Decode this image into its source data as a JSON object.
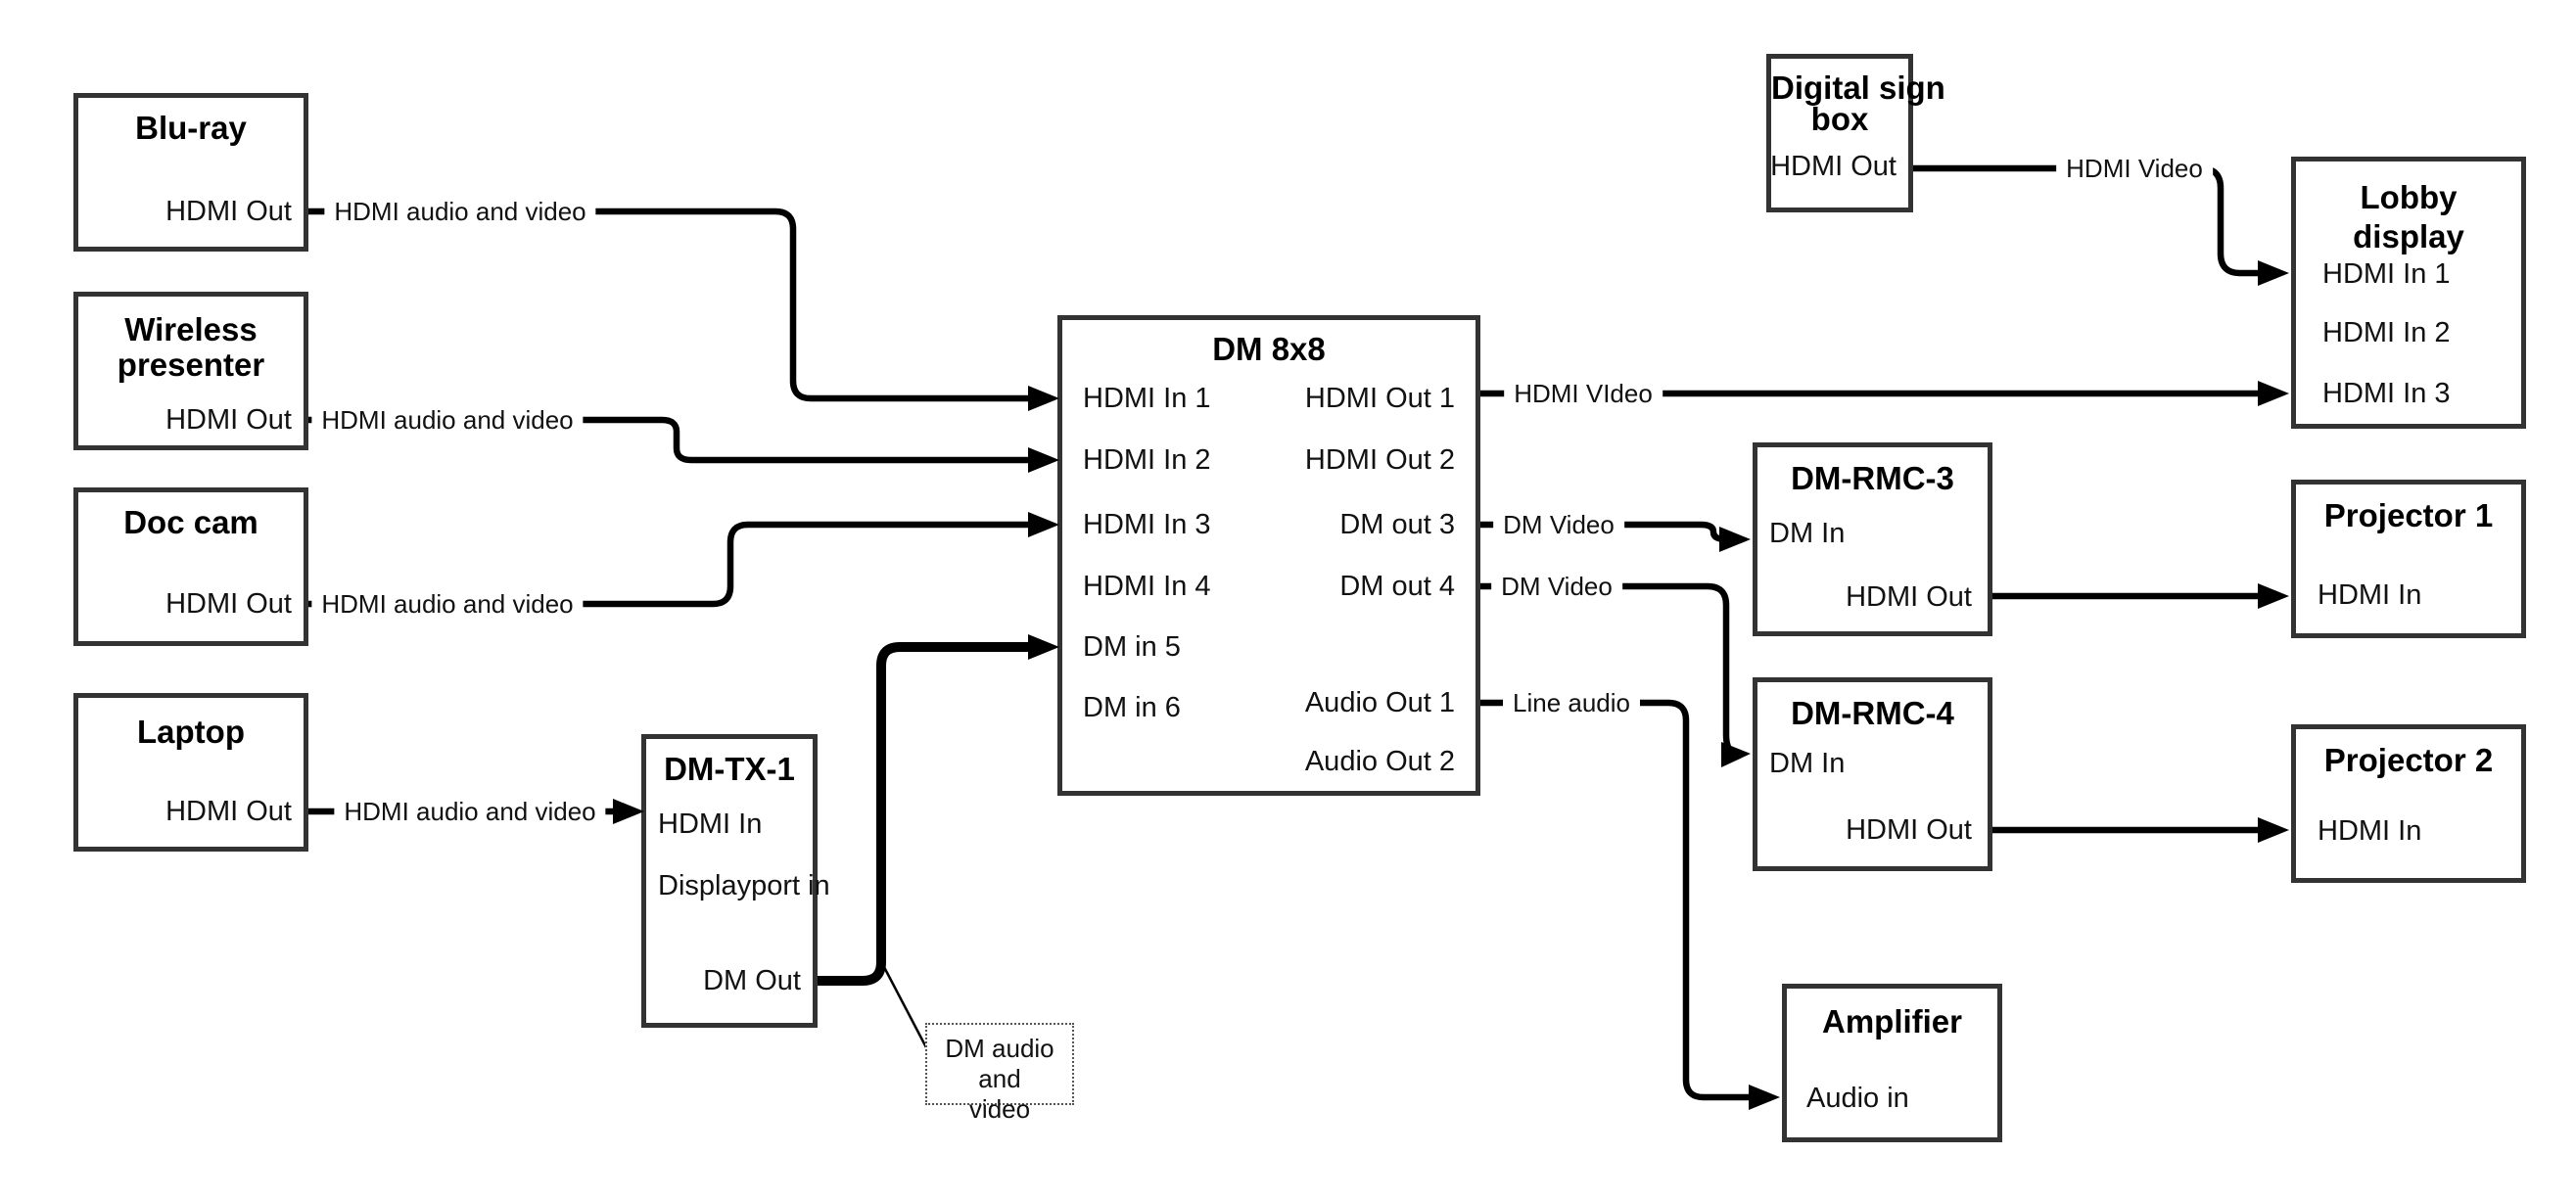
{
  "colors": {
    "background": "#ffffff",
    "box_border": "#333333",
    "connector": "#000000",
    "text": "#111111"
  },
  "nodes": {
    "bluray": {
      "title": "Blu-ray",
      "ports": {
        "hdmi_out": "HDMI Out"
      }
    },
    "wireless": {
      "title_line1": "Wireless",
      "title_line2": "presenter",
      "ports": {
        "hdmi_out": "HDMI Out"
      }
    },
    "doccam": {
      "title": "Doc cam",
      "ports": {
        "hdmi_out": "HDMI Out"
      }
    },
    "laptop": {
      "title": "Laptop",
      "ports": {
        "hdmi_out": "HDMI Out"
      }
    },
    "dmtx1": {
      "title": "DM-TX-1",
      "ports": {
        "hdmi_in": "HDMI In",
        "displayport_in": "Displayport in",
        "dm_out": "DM Out"
      }
    },
    "dm8x8": {
      "title": "DM 8x8",
      "left_ports": [
        "HDMI In 1",
        "HDMI In 2",
        "HDMI In 3",
        "HDMI In 4",
        "DM in 5",
        "DM in 6"
      ],
      "right_ports": [
        "HDMI Out 1",
        "HDMI Out 2",
        "DM out 3",
        "DM out 4",
        "Audio Out 1",
        "Audio Out 2"
      ]
    },
    "digitalsign": {
      "title_line1": "Digital sign",
      "title_line2": "box",
      "ports": {
        "hdmi_out": "HDMI Out"
      }
    },
    "lobby": {
      "title_line1": "Lobby",
      "title_line2": "display",
      "ports": [
        "HDMI In 1",
        "HDMI In 2",
        "HDMI In 3"
      ]
    },
    "rmc3": {
      "title": "DM-RMC-3",
      "ports": {
        "dm_in": "DM In",
        "hdmi_out": "HDMI Out"
      }
    },
    "rmc4": {
      "title": "DM-RMC-4",
      "ports": {
        "dm_in": "DM In",
        "hdmi_out": "HDMI Out"
      }
    },
    "proj1": {
      "title": "Projector 1",
      "ports": {
        "hdmi_in": "HDMI In"
      }
    },
    "proj2": {
      "title": "Projector 2",
      "ports": {
        "hdmi_in": "HDMI In"
      }
    },
    "amp": {
      "title": "Amplifier",
      "ports": {
        "audio_in": "Audio in"
      }
    }
  },
  "edge_labels": {
    "bluray_to_dm8x8": "HDMI audio and video",
    "wireless_to_dm8x8": "HDMI audio and video",
    "doccam_to_dm8x8": "HDMI audio and video",
    "laptop_to_dmtx1": "HDMI audio and video",
    "dm8x8_out1_to_lobby": "HDMI VIdeo",
    "digitalsign_to_lobby": "HDMI Video",
    "dm8x8_out3_to_rmc3": "DM Video",
    "dm8x8_out4_to_rmc4": "DM Video",
    "dm8x8_audio1_to_amp": "Line audio"
  },
  "callout": {
    "line1": "DM audio and",
    "line2": "video"
  }
}
